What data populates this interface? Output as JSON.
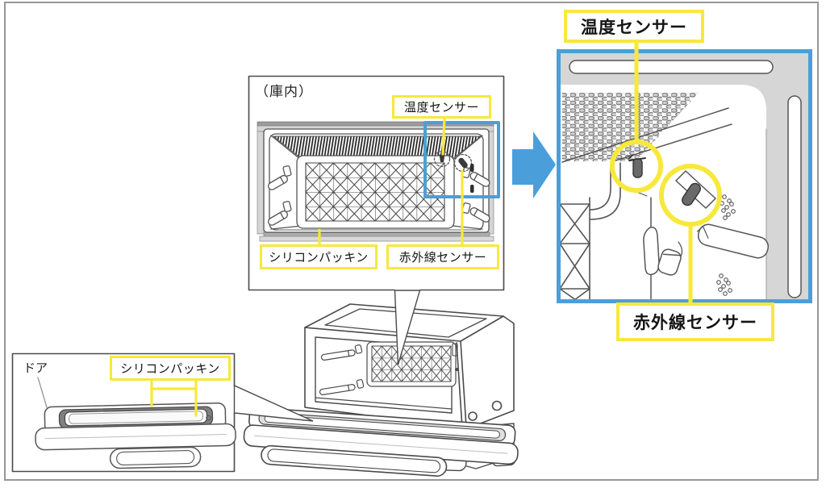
{
  "figure": {
    "cavity_panel": {
      "title": "（庫内）",
      "temp_sensor_label": "温度センサー",
      "silicone_packing_label": "シリコンパッキン",
      "infrared_sensor_label": "赤外線センサー"
    },
    "door_panel": {
      "door_label": "ドア",
      "silicone_packing_label": "シリコンパッキン"
    },
    "zoom_panel": {
      "temp_sensor_label": "温度センサー",
      "infrared_sensor_label": "赤外線センサー"
    },
    "icons": {
      "zoom_arrow": "right-arrow"
    },
    "colors": {
      "highlight_yellow": "#F7E83C",
      "accent_blue": "#4A9FDB",
      "line_gray": "#4a4a4a",
      "fill_gray": "#D6D6D6"
    }
  }
}
